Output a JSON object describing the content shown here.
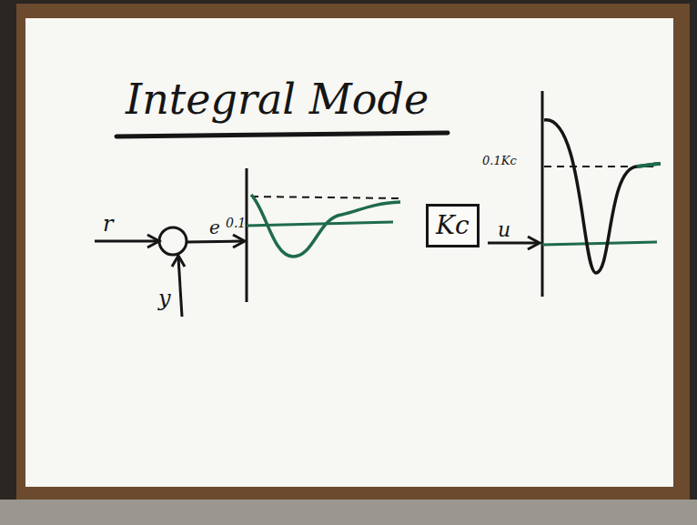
{
  "diagram": {
    "title": "Integral Mode",
    "nodes": [
      {
        "text": [
          "Kc"
        ]
      }
    ],
    "labels": [
      "r",
      "y",
      "e",
      "0.1",
      "u",
      "0.1Kc"
    ]
  }
}
